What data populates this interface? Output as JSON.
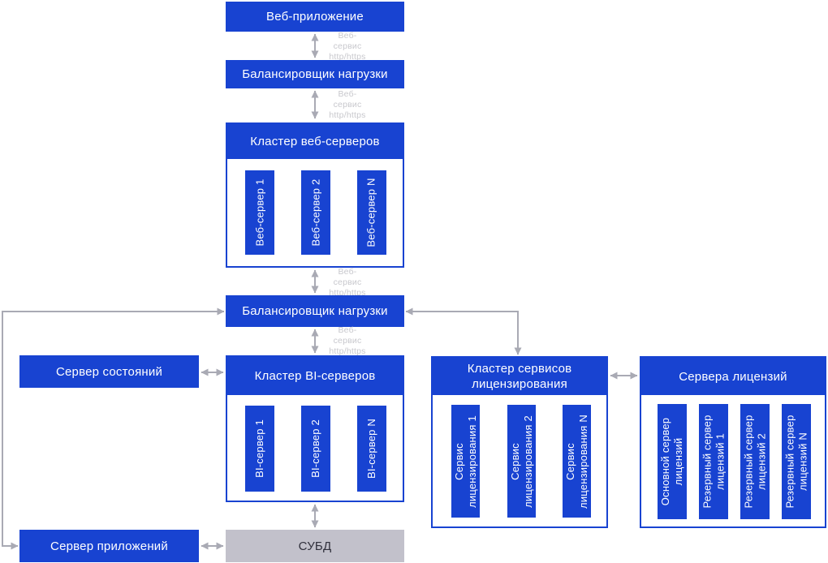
{
  "diagram": {
    "colors": {
      "primary_blue": "#1843d1",
      "box_text": "#ffffff",
      "dbms_bg": "#c2c1cb",
      "dbms_text": "#30303c",
      "connector": "#a9aab4",
      "edge_label_text": "#c8c8cd",
      "background": "#ffffff"
    },
    "nodes": {
      "web_app": {
        "label": "Веб-приложение"
      },
      "load_balancer_top": {
        "label": "Балансировщик нагрузки"
      },
      "web_cluster": {
        "title": "Кластер веб-серверов",
        "servers": [
          {
            "lines": [
              "Веб-сервер 1"
            ]
          },
          {
            "lines": [
              "Веб-сервер 2"
            ]
          },
          {
            "lines": [
              "Веб-сервер N"
            ]
          }
        ]
      },
      "load_balancer_bottom": {
        "label": "Балансировщик нагрузки"
      },
      "state_server": {
        "label": "Сервер состояний"
      },
      "bi_cluster": {
        "title": "Кластер BI-серверов",
        "servers": [
          {
            "lines": [
              "BI-сервер 1"
            ]
          },
          {
            "lines": [
              "BI-сервер 2"
            ]
          },
          {
            "lines": [
              "BI-сервер N"
            ]
          }
        ]
      },
      "license_service_cluster": {
        "title_lines": [
          "Кластер сервисов",
          "лицензирования"
        ],
        "services": [
          {
            "lines": [
              "Сервис",
              "лицензирования 1"
            ]
          },
          {
            "lines": [
              "Сервис",
              "лицензирования 2"
            ]
          },
          {
            "lines": [
              "Сервис",
              "лицензирования N"
            ]
          }
        ]
      },
      "license_servers": {
        "title": "Сервера лицензий",
        "servers": [
          {
            "lines": [
              "Основной сервер",
              "лицензий"
            ]
          },
          {
            "lines": [
              "Резервный сервер",
              "лицензий 1"
            ]
          },
          {
            "lines": [
              "Резервный сервер",
              "лицензий 2"
            ]
          },
          {
            "lines": [
              "Резервный сервер",
              "лицензий N"
            ]
          }
        ]
      },
      "app_server": {
        "label": "Сервер приложений"
      },
      "dbms": {
        "label": "СУБД"
      }
    },
    "edge_labels": {
      "web_service": {
        "lines": [
          "Веб-",
          "сервис",
          "http/https"
        ]
      }
    }
  }
}
